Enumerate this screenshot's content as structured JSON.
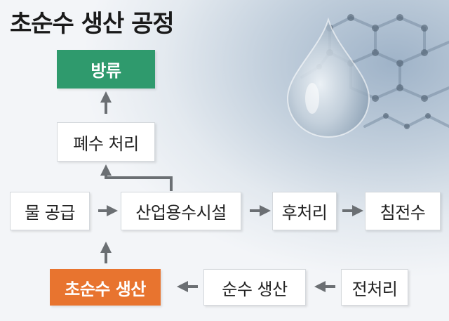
{
  "title": "초순수 생산 공정",
  "nodes": {
    "discharge": "방류",
    "wastewater": "폐수 처리",
    "water_supply": "물 공급",
    "industrial": "산업용수시설",
    "post_treatment": "후처리",
    "sedimentation": "침전수",
    "ultrapure": "초순수 생산",
    "pure_water": "순수 생산",
    "pretreatment": "전처리"
  },
  "colors": {
    "discharge_box": "#2f9a6d",
    "ultrapure_box": "#e8742f",
    "arrow": "#6b6f73"
  },
  "decorations": {
    "drop": "water-drop-icon",
    "molecule": "molecule-network-icon"
  }
}
